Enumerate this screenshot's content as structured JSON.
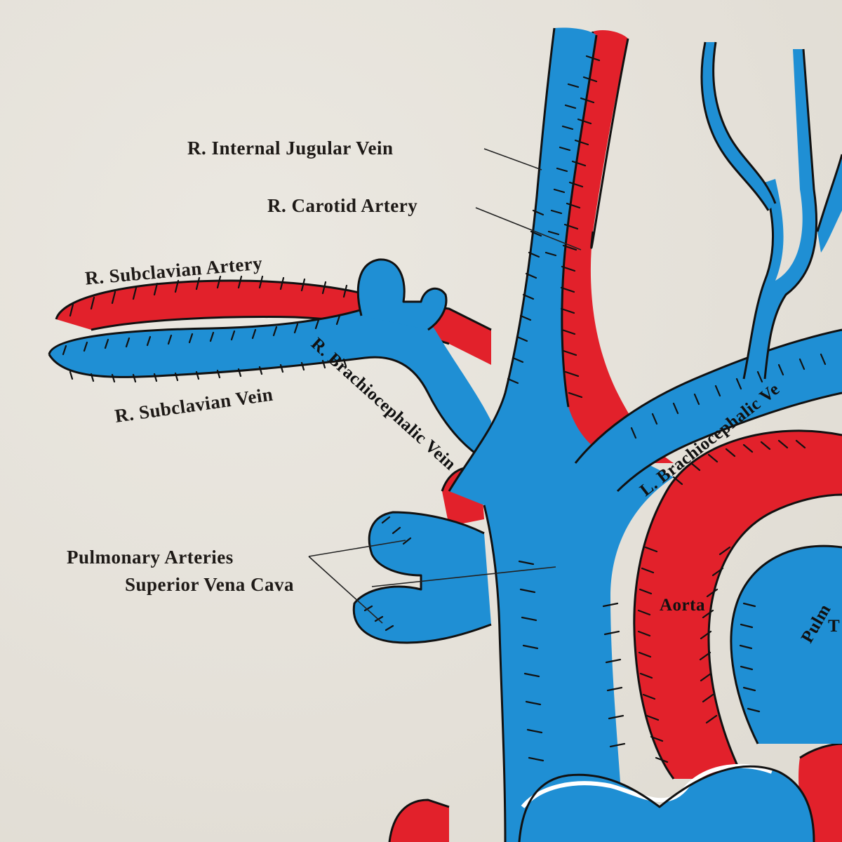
{
  "labels": {
    "r_internal_jugular_vein": "R. Internal Jugular Vein",
    "r_carotid_artery": "R. Carotid Artery",
    "r_subclavian_artery": "R. Subclavian Artery",
    "r_subclavian_vein": "R. Subclavian Vein",
    "r_brachiocephalic_vein": "R. Brachiocephalic Vein",
    "l_brachiocephalic_vein": "L. Brachiocephalic Ve",
    "pulmonary_arteries": "Pulmonary Arteries",
    "aorta": "Aorta",
    "superior_vena_cava": "Superior Vena Cava",
    "pulmonary_trunk_partial": "Pulm",
    "pulmonary_trunk_partial_2": "T"
  },
  "colors": {
    "background": "#e6e2da",
    "vein_blue": "#1f8fd4",
    "artery_red": "#e2212b",
    "ink": "#111111"
  }
}
